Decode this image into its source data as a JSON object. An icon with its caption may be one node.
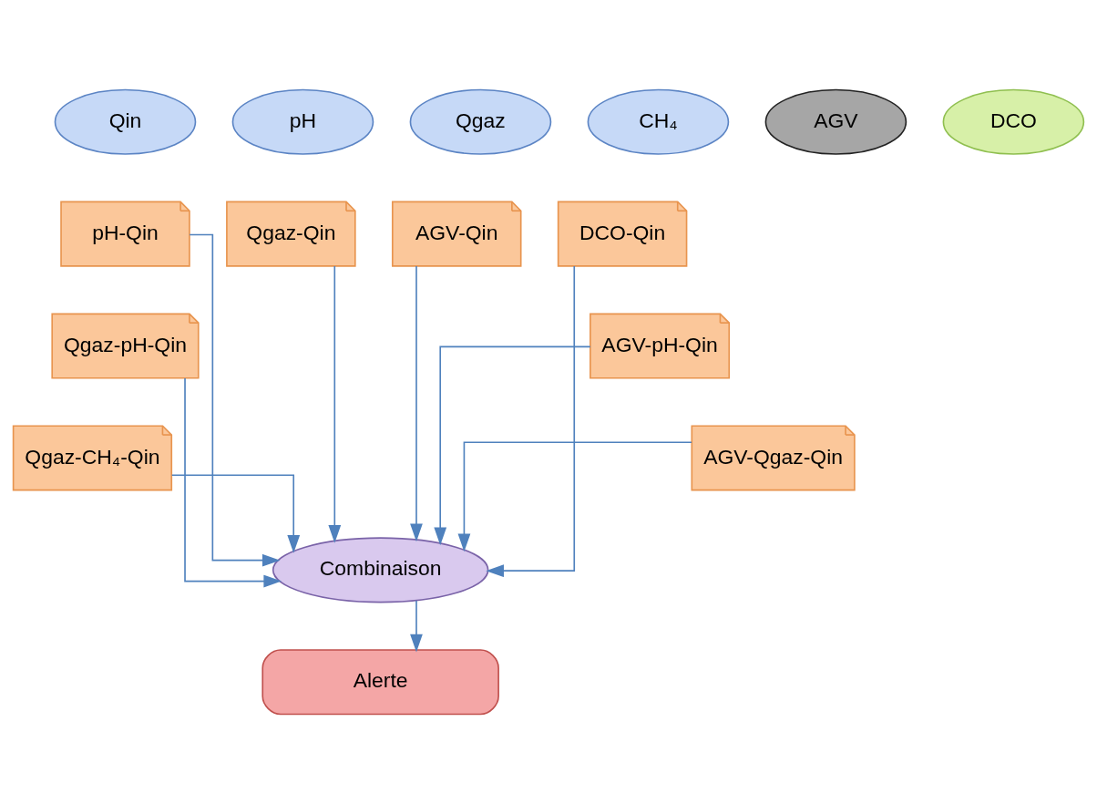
{
  "diagram": {
    "nodes": [
      {
        "text": [
          "Qin"
        ]
      },
      {
        "text": [
          "pH"
        ]
      },
      {
        "text": [
          "Qgaz"
        ]
      },
      {
        "text": [
          "CH₄"
        ]
      },
      {
        "text": [
          "AGV"
        ]
      },
      {
        "text": [
          "DCO"
        ]
      },
      {
        "text": [
          "pH-Qin"
        ]
      },
      {
        "text": [
          "Qgaz-Qin"
        ]
      },
      {
        "text": [
          "AGV-Qin"
        ]
      },
      {
        "text": [
          "DCO-Qin"
        ]
      },
      {
        "text": [
          "Qgaz-pH-Qin"
        ]
      },
      {
        "text": [
          "AGV-pH-Qin"
        ]
      },
      {
        "text": [
          "Qgaz-CH₄-Qin"
        ]
      },
      {
        "text": [
          "AGV-Qgaz-Qin"
        ]
      },
      {
        "text": [
          "Combinaison"
        ]
      },
      {
        "text": [
          "Alerte"
        ]
      }
    ],
    "edges": [
      {
        "from": 6,
        "to": 14,
        "arrow": "to"
      },
      {
        "from": 7,
        "to": 14,
        "arrow": "to"
      },
      {
        "from": 8,
        "to": 14,
        "arrow": "to"
      },
      {
        "from": 9,
        "to": 14,
        "arrow": "to"
      },
      {
        "from": 10,
        "to": 14,
        "arrow": "to"
      },
      {
        "from": 11,
        "to": 14,
        "arrow": "to"
      },
      {
        "from": 12,
        "to": 14,
        "arrow": "to"
      },
      {
        "from": 13,
        "to": 14,
        "arrow": "to"
      },
      {
        "from": 14,
        "to": 15,
        "arrow": "to"
      }
    ]
  }
}
